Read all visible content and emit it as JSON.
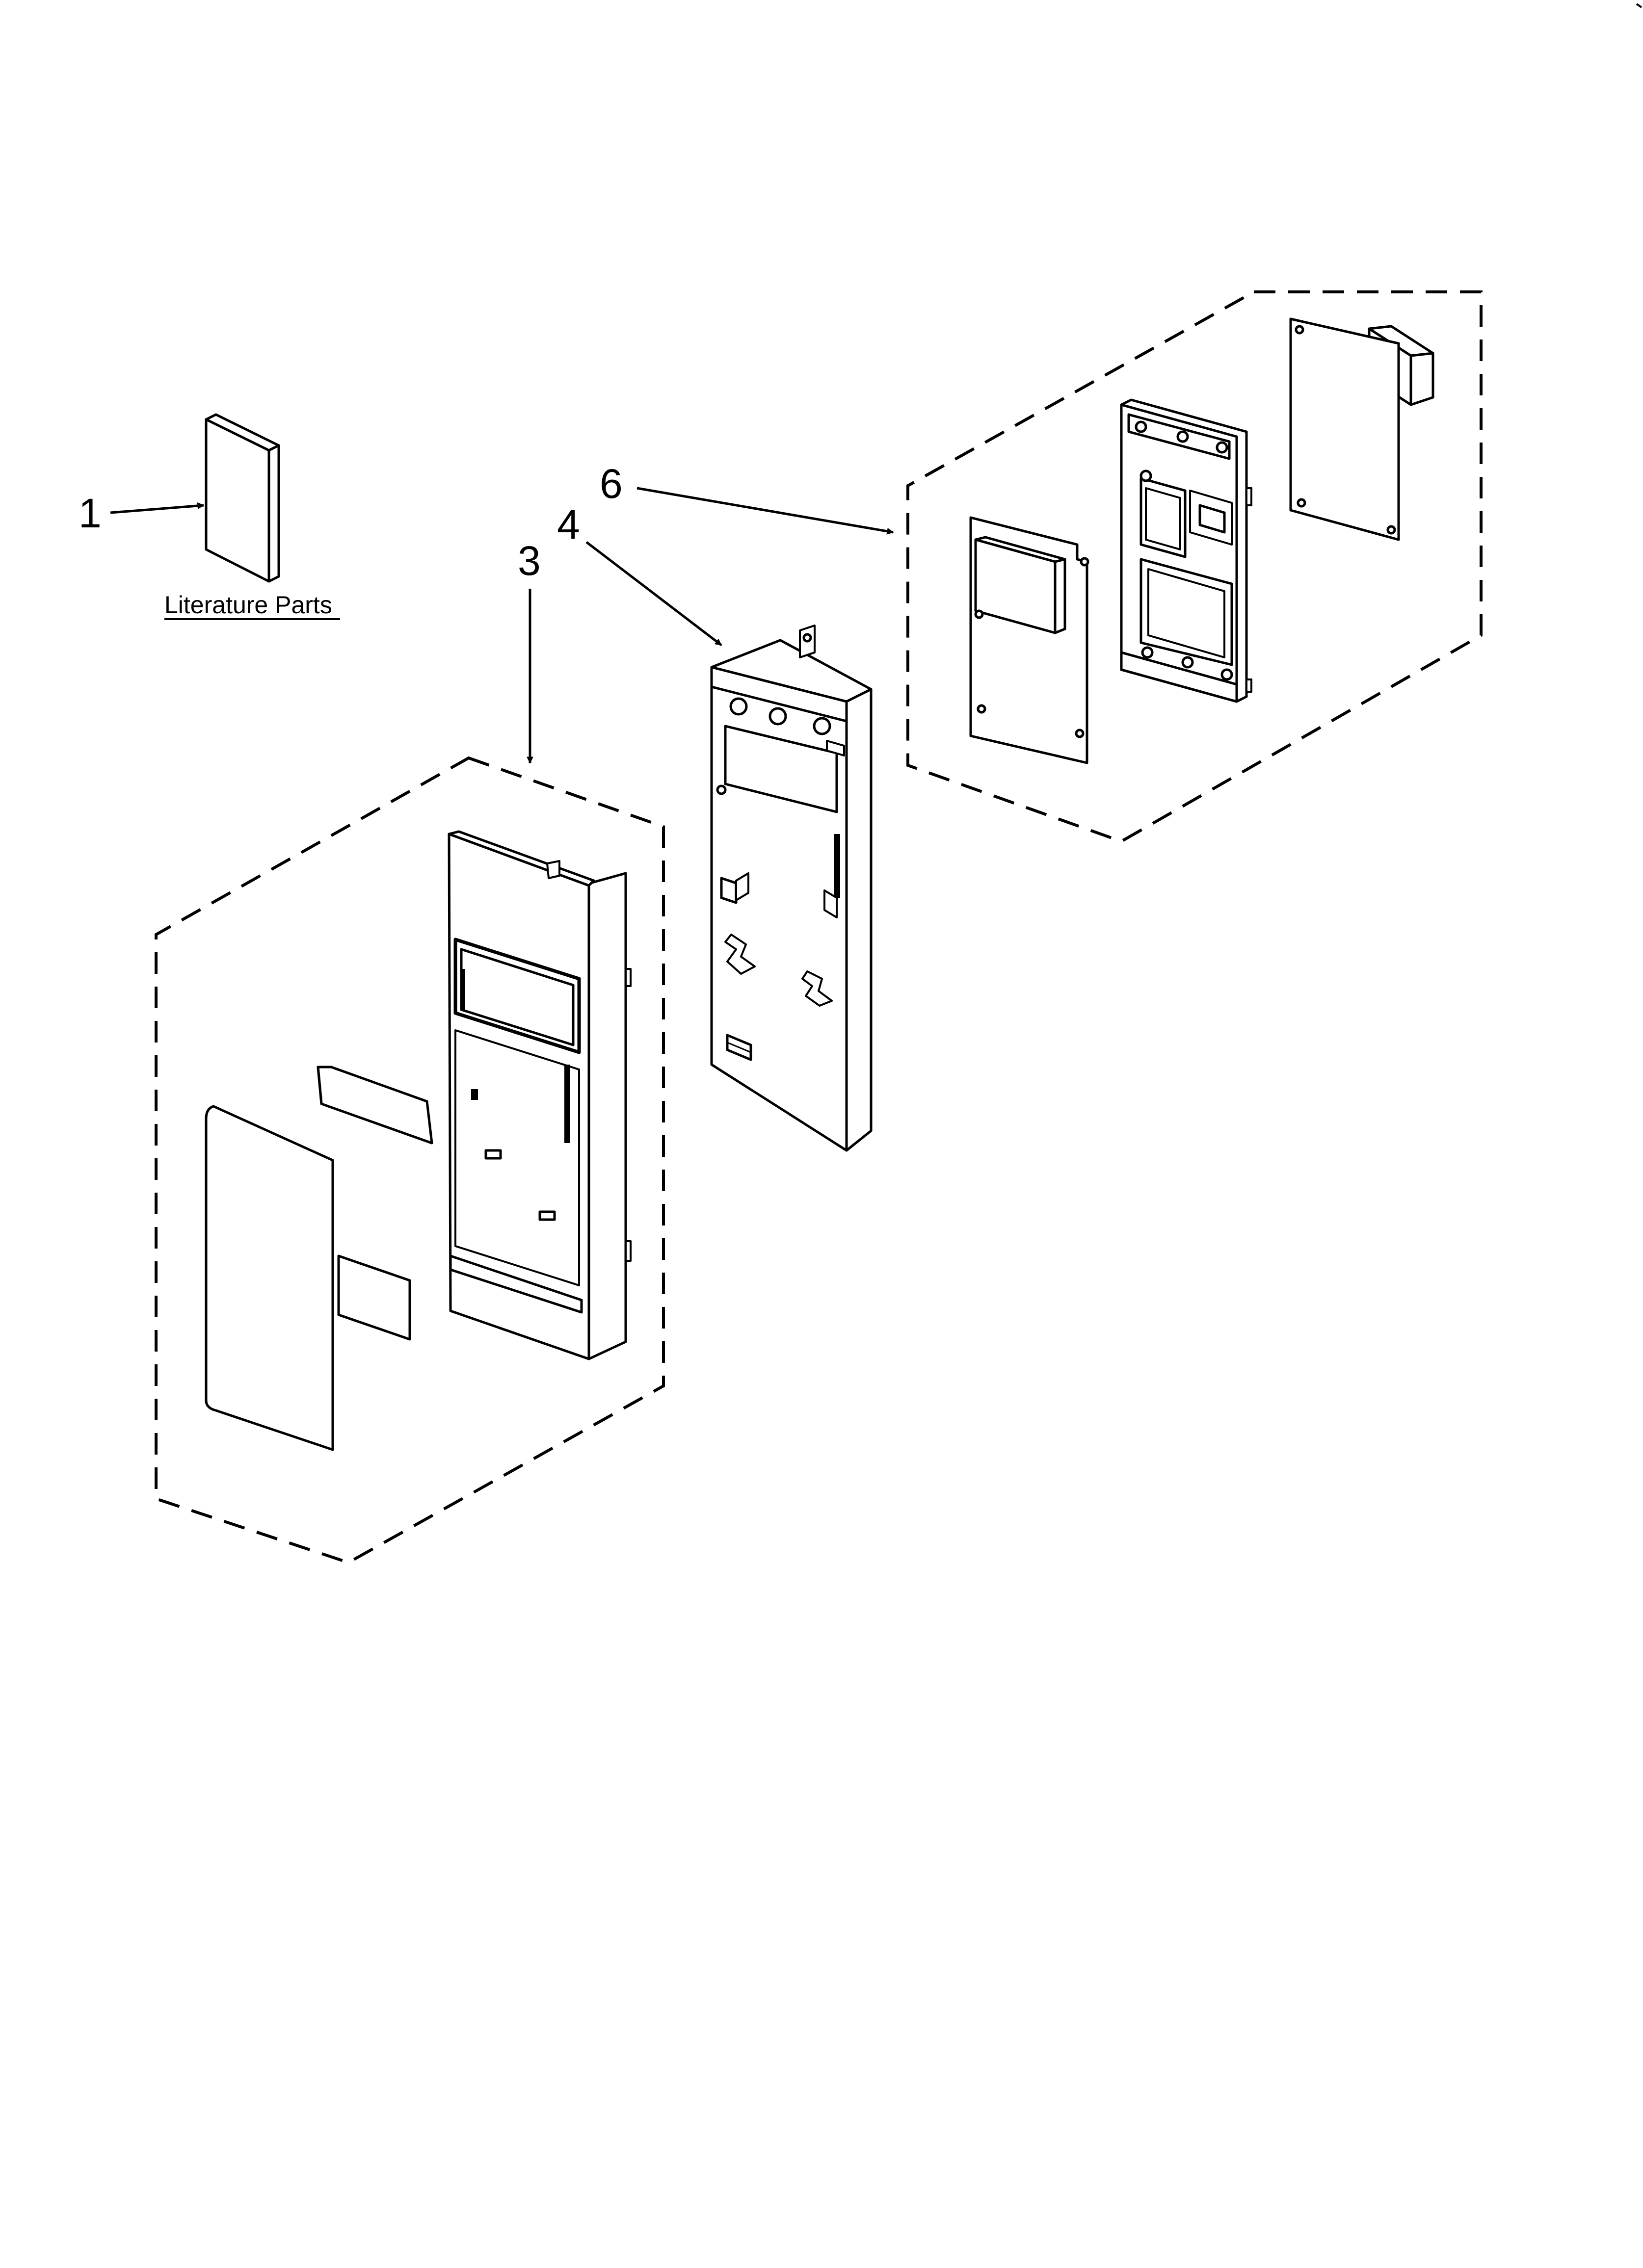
{
  "diagram": {
    "callouts": {
      "item_1": "1",
      "item_3": "3",
      "item_4": "4",
      "item_6": "6"
    },
    "captions": {
      "literature": "Literature Parts"
    }
  },
  "colors": {
    "ink": "#000000",
    "background": "#ffffff"
  }
}
